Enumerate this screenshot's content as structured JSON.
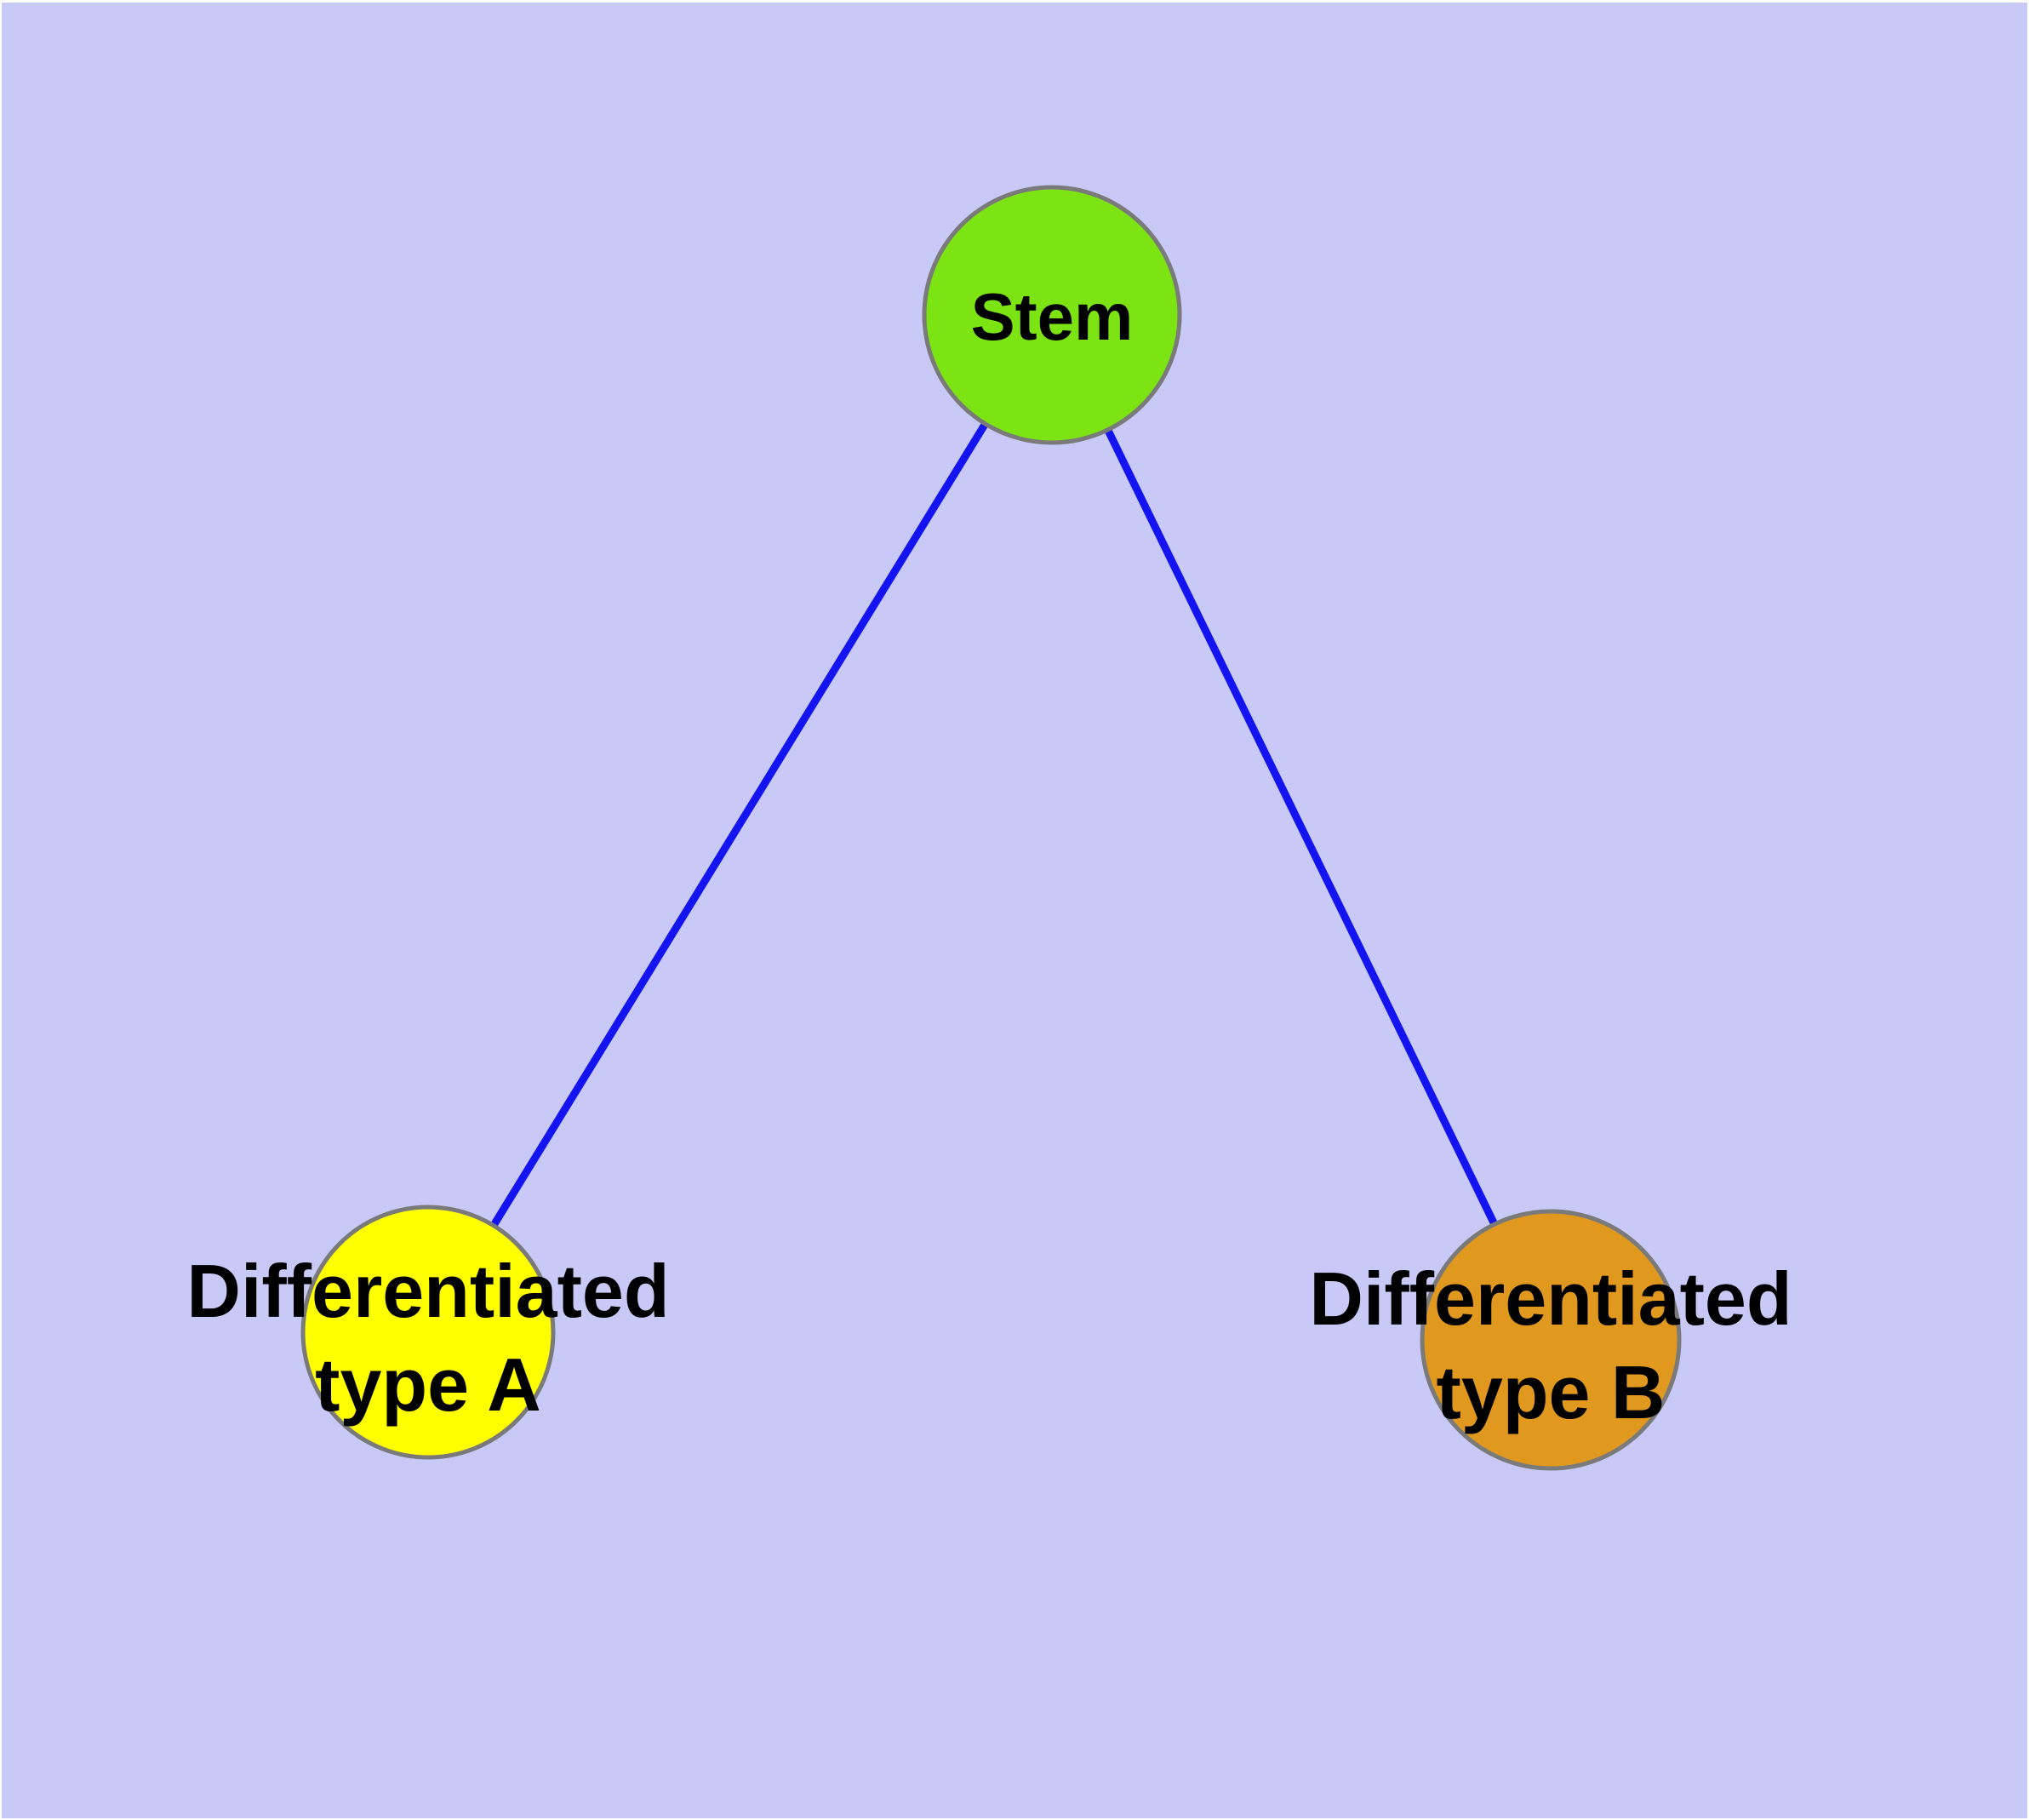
{
  "diagram": {
    "background_color": "#c9c9f8",
    "edge_color": "#1414f0",
    "node_border_color": "#7a7a7a",
    "nodes": [
      {
        "id": "stem",
        "label": "Stem",
        "label_line1": "Stem",
        "label_line2": "",
        "fill": "#7ce413"
      },
      {
        "id": "type-a",
        "label": "Differentiated type A",
        "label_line1": "Differentiated",
        "label_line2": "type A",
        "fill": "#ffff00"
      },
      {
        "id": "type-b",
        "label": "Differentiated type B",
        "label_line1": "Differentiated",
        "label_line2": "type B",
        "fill": "#e0991e"
      }
    ],
    "edges": [
      {
        "from": "Stem",
        "to": "Differentiated type A"
      },
      {
        "from": "Stem",
        "to": "Differentiated type B"
      }
    ]
  }
}
